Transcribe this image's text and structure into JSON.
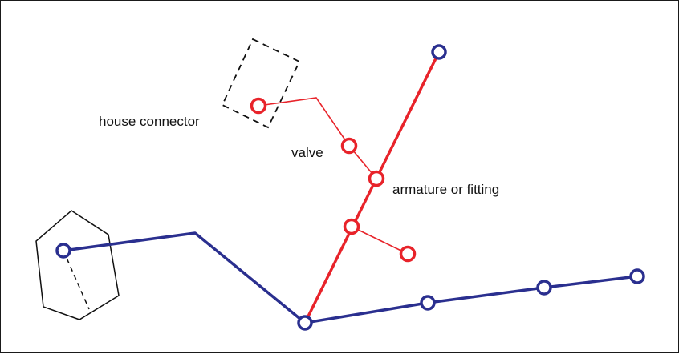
{
  "labels": {
    "house_connector": "house connector",
    "valve": "valve",
    "armature": "armature or fitting"
  },
  "colors": {
    "main_line": "#2a2f8f",
    "service_line": "#e8232a",
    "outline": "#111111",
    "background": "#ffffff"
  }
}
